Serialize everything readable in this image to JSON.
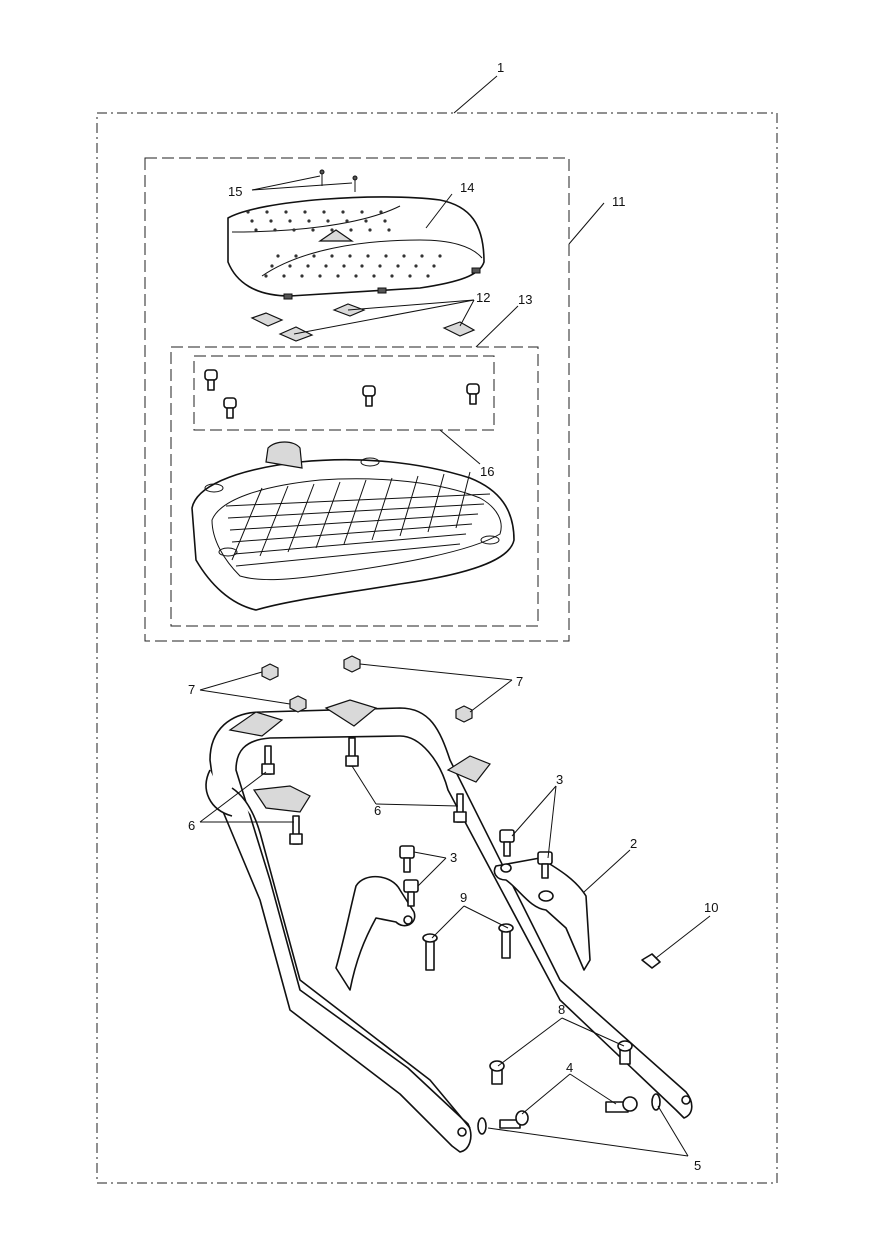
{
  "diagram": {
    "labels": {
      "assembly": "1",
      "right_bracket": "2",
      "bolt_upper_right": "3",
      "bolt_upper_left": "3",
      "bolt_rear": "4",
      "washer": "5",
      "stud_left": "6",
      "stud_center": "6",
      "nut_left": "7",
      "nut_right": "7",
      "bolt_lower": "8",
      "bolt_mid": "9",
      "clip": "10",
      "top_box_kit": "11",
      "spacer": "12",
      "mounting_plate_kit": "13",
      "lid": "14",
      "screw": "15",
      "fastener_kit": "16"
    }
  }
}
